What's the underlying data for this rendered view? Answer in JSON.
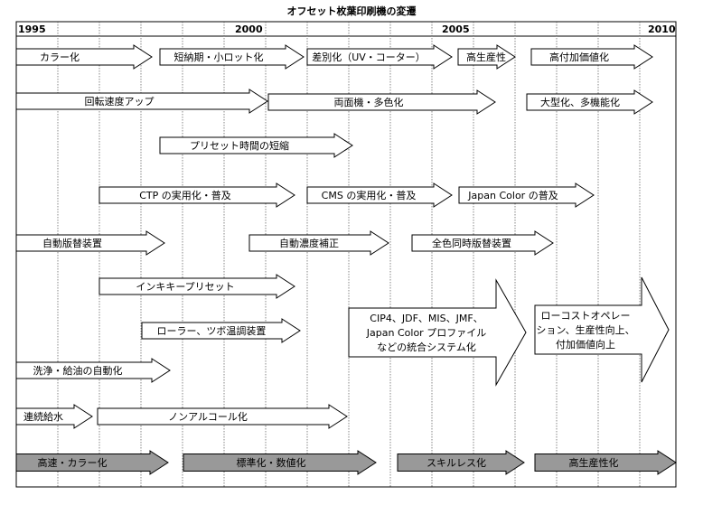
{
  "title": "オフセット枚葉印刷機の変遷",
  "years": [
    "1995",
    "2000",
    "2005",
    "2010"
  ],
  "colors": {
    "band": "#999999",
    "arrow_fill": "#ffffff",
    "stroke": "#000000"
  },
  "rows": [
    {
      "arrows": [
        {
          "id": "color",
          "text": "カラー化"
        },
        {
          "id": "short-run",
          "text": "短納期・小ロット化"
        },
        {
          "id": "uv-coater",
          "text": "差別化（UV・コーター）"
        },
        {
          "id": "productivity",
          "text": "高生産性"
        },
        {
          "id": "value-added",
          "text": "高付加価値化"
        }
      ]
    },
    {
      "arrows": [
        {
          "id": "speed-up",
          "text": "回転速度アップ"
        },
        {
          "id": "perfecting",
          "text": "両面機・多色化"
        },
        {
          "id": "large-format",
          "text": "大型化、多機能化"
        }
      ]
    },
    {
      "arrows": [
        {
          "id": "preset-time",
          "text": "プリセット時間の短縮"
        }
      ]
    },
    {
      "arrows": [
        {
          "id": "ctp",
          "text": "CTP の実用化・普及"
        },
        {
          "id": "cms",
          "text": "CMS の実用化・普及"
        },
        {
          "id": "japan-color",
          "text": "Japan Color の普及"
        }
      ]
    },
    {
      "arrows": [
        {
          "id": "auto-plate",
          "text": "自動版替装置"
        },
        {
          "id": "auto-density",
          "text": "自動濃度補正"
        },
        {
          "id": "simul-plate",
          "text": "全色同時版替装置"
        }
      ]
    },
    {
      "arrows": [
        {
          "id": "ink-preset",
          "text": "インキキープリセット"
        }
      ]
    },
    {
      "arrows": [
        {
          "id": "roller-temp",
          "text": "ローラー、ツボ温調装置"
        },
        {
          "id": "cip4",
          "text": "CIP4、JDF、MIS、JMF、\nJapan Color プロファイル\nなどの統合システム化"
        },
        {
          "id": "low-cost",
          "text": "ローコストオペレー\nション、生産性向上、\n付加価値向上"
        }
      ]
    },
    {
      "arrows": [
        {
          "id": "auto-wash",
          "text": "洗浄・給油の自動化"
        }
      ]
    },
    {
      "arrows": [
        {
          "id": "cont-water",
          "text": "連続給水"
        },
        {
          "id": "non-alcohol",
          "text": "ノンアルコール化"
        }
      ]
    }
  ],
  "bands": [
    {
      "id": "high-speed",
      "text": "高速・カラー化"
    },
    {
      "id": "standard",
      "text": "標準化・数値化"
    },
    {
      "id": "skillless",
      "text": "スキルレス化"
    },
    {
      "id": "high-prod",
      "text": "高生産性化"
    }
  ]
}
